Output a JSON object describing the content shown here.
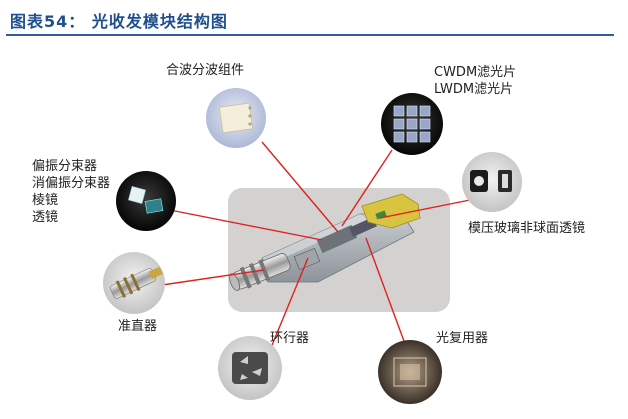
{
  "figure": {
    "title": "图表54：  光收发模块结构图"
  },
  "labels": {
    "combiner": "合波分波组件",
    "cwdm_filter": "CWDM滤光片",
    "lwdm_filter": "LWDM滤光片",
    "pbs_1": "偏振分束器",
    "pbs_2": "消偏振分束器",
    "prism": "棱镜",
    "lens": "透镜",
    "molded_lens": "模压玻璃非球面透镜",
    "collimator": "准直器",
    "circulator": "环行器",
    "multiplexer": "光复用器"
  },
  "colors": {
    "header_text": "#1e4f8f",
    "header_rule": "#2b5f9e",
    "pointer_line": "#e02020"
  }
}
